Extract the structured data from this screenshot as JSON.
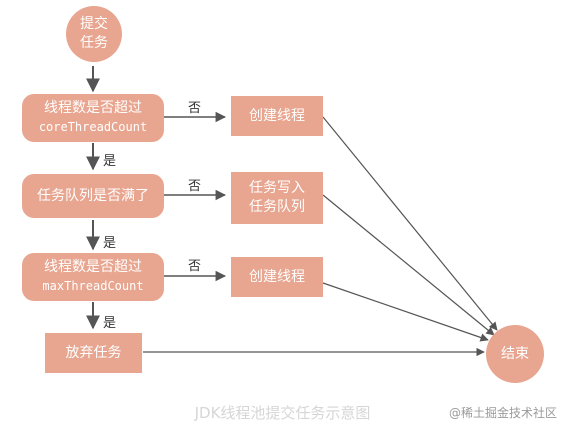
{
  "nodes": {
    "start": [
      "提交",
      "任务"
    ],
    "check_core": [
      "线程数是否超过",
      "coreThreadCount"
    ],
    "create_core": "创建线程",
    "check_queue": "任务队列是否满了",
    "enqueue": [
      "任务写入",
      "任务队列"
    ],
    "check_max": [
      "线程数是否超过",
      "maxThreadCount"
    ],
    "create_max": "创建线程",
    "reject": "放弃任务",
    "end": "结束"
  },
  "edge_labels": {
    "no": "否",
    "yes": "是"
  },
  "caption": "JDK线程池提交任务示意图",
  "watermark": "@稀土掘金技术社区",
  "colors": {
    "node_fill": "#e8a58f",
    "node_text": "#ffffff",
    "edge": "#555555"
  }
}
